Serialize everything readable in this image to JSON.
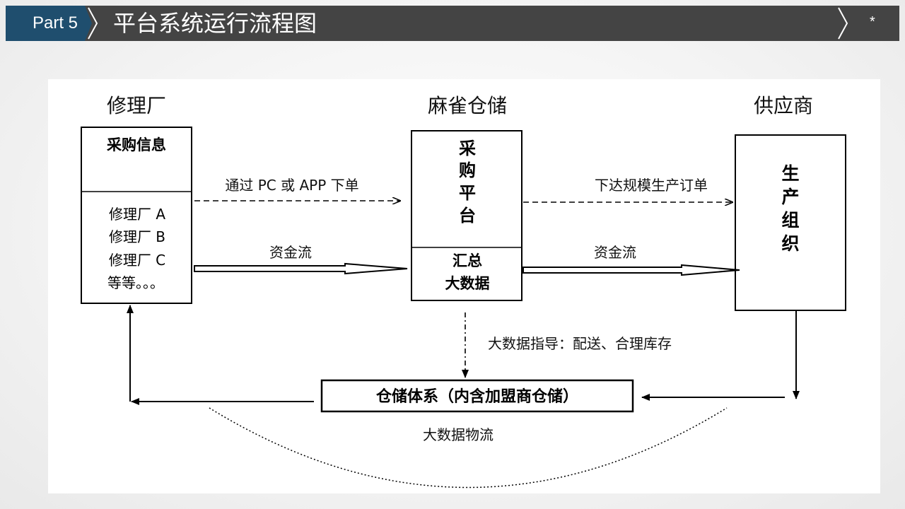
{
  "header": {
    "part_label": "Part 5",
    "title": "平台系统运行流程图",
    "page_mark": "*"
  },
  "diagram": {
    "column_titles": {
      "repair": "修理厂",
      "warehouse": "麻雀仓储",
      "supplier": "供应商"
    },
    "repair_box": {
      "header": "采购信息",
      "items": [
        "修理厂 A",
        "修理厂 B",
        "修理厂 C",
        "等等。。。"
      ]
    },
    "platform_box": {
      "header_chars": [
        "采",
        "购",
        "平",
        "台"
      ],
      "footer_lines": [
        "汇总",
        "大数据"
      ]
    },
    "supplier_box": {
      "chars": [
        "生",
        "产",
        "组",
        "织"
      ]
    },
    "storage_box": {
      "label": "仓储体系（内含加盟商仓储）"
    },
    "labels": {
      "order": "通过 PC 或 APP 下单",
      "money_left": "资金流",
      "production_order": "下达规模生产订单",
      "money_right": "资金流",
      "bigdata_guide": "大数据指导：配送、合理库存",
      "logistics": "大数据物流"
    }
  }
}
